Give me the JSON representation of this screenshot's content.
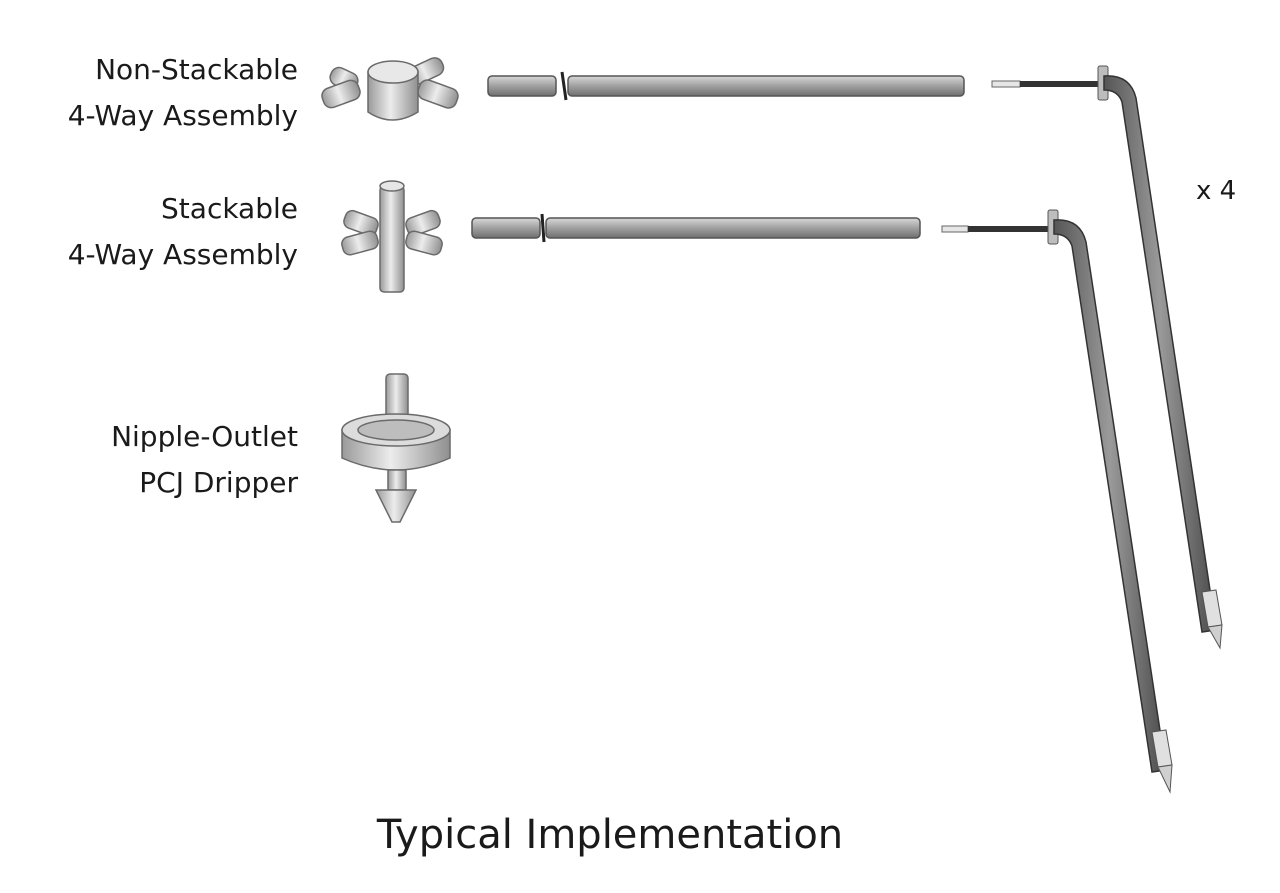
{
  "labels": {
    "non_stackable": [
      "Non-Stackable",
      "4-Way Assembly"
    ],
    "stackable": [
      "Stackable",
      "4-Way Assembly"
    ],
    "dripper": [
      "Nipple-Outlet",
      "PCJ Dripper"
    ]
  },
  "multiplier": "x 4",
  "caption": "Typical Implementation",
  "colors": {
    "part_fill": "#d9d9d9",
    "part_dark": "#8a8a8a",
    "tube": "#9a9a9a",
    "outline": "#555555"
  }
}
